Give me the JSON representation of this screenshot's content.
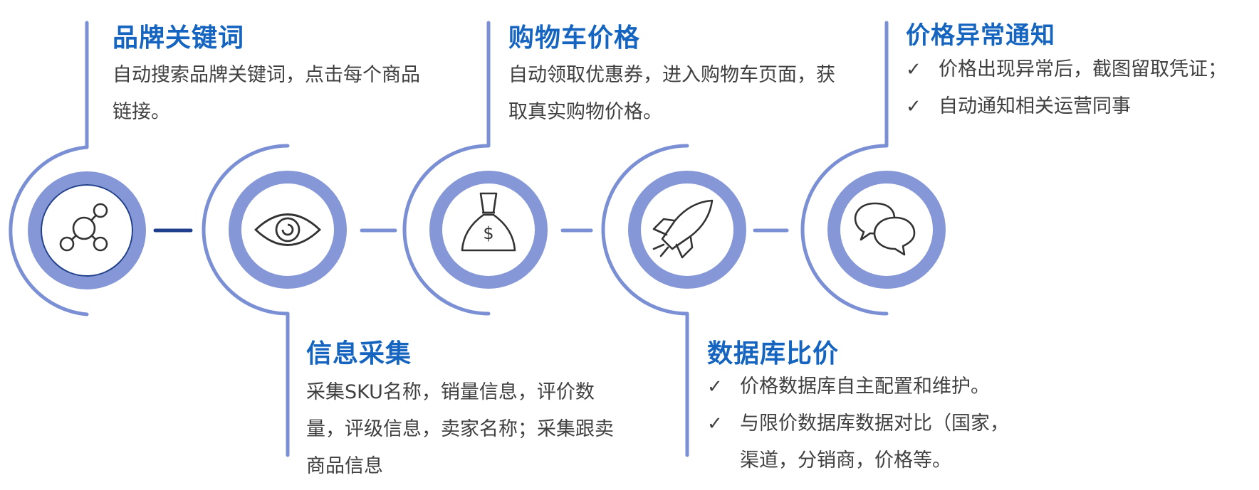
{
  "colors": {
    "arc": "#7b8fd4",
    "ring": "#8597d7",
    "first_connector": "#1f3f8c",
    "title": "#1565c0",
    "text": "#404040",
    "icon_stroke": "#333333"
  },
  "steps": [
    {
      "icon": "network-share-icon",
      "title": "品牌关键词",
      "description": "自动搜索品牌关键词，点击每个商品链接。"
    },
    {
      "icon": "eye-icon",
      "title": "信息采集",
      "description": "采集SKU名称，销量信息，评价数量，评级信息，卖家名称；采集跟卖商品信息"
    },
    {
      "icon": "money-bag-icon",
      "title": "购物车价格",
      "description": "自动领取优惠券，进入购物车页面，获取真实购物价格。"
    },
    {
      "icon": "rocket-icon",
      "title": "数据库比价",
      "bullets": [
        "价格数据库自主配置和维护。",
        "与限价数据库数据对比（国家，渠道，分销商，价格等。"
      ]
    },
    {
      "icon": "chat-bubbles-icon",
      "title": "价格异常通知",
      "bullets": [
        "价格出现异常后，截图留取凭证；",
        "自动通知相关运营同事"
      ]
    }
  ],
  "check_mark": "✓"
}
